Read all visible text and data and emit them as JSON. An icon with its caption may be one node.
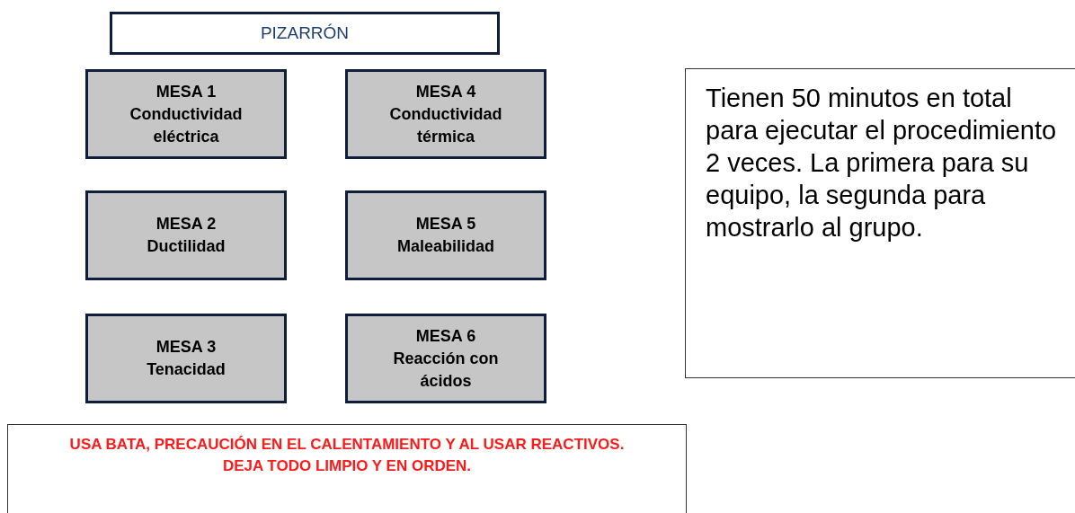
{
  "diagram": {
    "nodes": [
      {
        "text": [
          "PIZARRÓN"
        ]
      },
      {
        "text": [
          "MESA 1",
          "Conductividad eléctrica"
        ]
      },
      {
        "text": [
          "MESA 4",
          "Conductividad térmica"
        ]
      },
      {
        "text": [
          "Tienen 50 minutos en total para ejecutar el procedimiento 2 veces. La primera para su equipo, la segunda para mostrarlo al grupo."
        ]
      },
      {
        "text": [
          "MESA 2",
          "Ductilidad"
        ]
      },
      {
        "text": [
          "MESA 5",
          "Maleabilidad"
        ]
      },
      {
        "text": [
          "MESA 3",
          "Tenacidad"
        ]
      },
      {
        "text": [
          "MESA 6",
          "Reacción con ácidos"
        ]
      },
      {
        "text": [
          "USA BATA, PRECAUCIÓN EN EL CALENTAMIENTO Y AL USAR REACTIVOS.",
          "DEJA TODO LIMPIO Y EN ORDEN."
        ]
      }
    ]
  }
}
